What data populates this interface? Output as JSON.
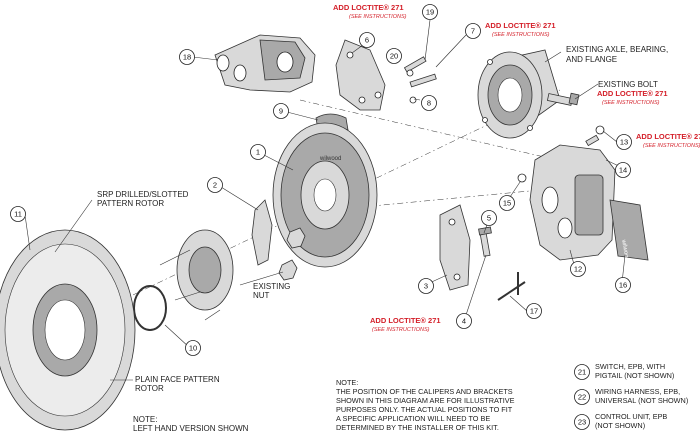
{
  "callouts": {
    "c1": "1",
    "c2": "2",
    "c3": "3",
    "c4": "4",
    "c5": "5",
    "c6": "6",
    "c7": "7",
    "c8": "8",
    "c9": "9",
    "c10": "10",
    "c11": "11",
    "c12": "12",
    "c13": "13",
    "c14": "14",
    "c15": "15",
    "c16": "16",
    "c17": "17",
    "c18": "18",
    "c19": "19",
    "c20": "20",
    "c21": "21",
    "c22": "22",
    "c23": "23"
  },
  "loctite": {
    "label": "ADD LOCTITE® 271",
    "instructions": "(SEE INSTRUCTIONS)"
  },
  "labels": {
    "existing_axle_1": "EXISTING AXLE, BEARING,",
    "existing_axle_2": "AND FLANGE",
    "existing_bolt": "EXISTING BOLT",
    "srp_1": "SRP DRILLED/SLOTTED",
    "srp_2": "PATTERN ROTOR",
    "existing_nut_1": "EXISTING",
    "existing_nut_2": "NUT",
    "plain_1": "PLAIN FACE PATTERN",
    "plain_2": "ROTOR",
    "lh_note_1": "NOTE:",
    "lh_note_2": "LEFT HAND VERSION SHOWN"
  },
  "note": {
    "title": "NOTE:",
    "lines": [
      "THE POSITION OF THE CALIPERS AND BRACKETS",
      "SHOWN IN THIS DIAGRAM ARE FOR ILLUSTRATIVE",
      "PURPOSES ONLY.  THE ACTUAL POSITIONS TO FIT",
      "A SPECIFIC APPLICATION WILL NEED TO BE",
      "DETERMINED BY THE INSTALLER OF THIS KIT."
    ]
  },
  "parts_not_shown": [
    {
      "line1": "SWITCH, EPB, WITH",
      "line2": "PIGTAIL (NOT SHOWN)"
    },
    {
      "line1": "WIRING HARNESS, EPB,",
      "line2": "UNIVERSAL (NOT SHOWN)"
    },
    {
      "line1": "CONTROL UNIT, EPB",
      "line2": "(NOT SHOWN)"
    }
  ],
  "pad_text": "wilwood",
  "rotor_hat_text": "wilwood"
}
